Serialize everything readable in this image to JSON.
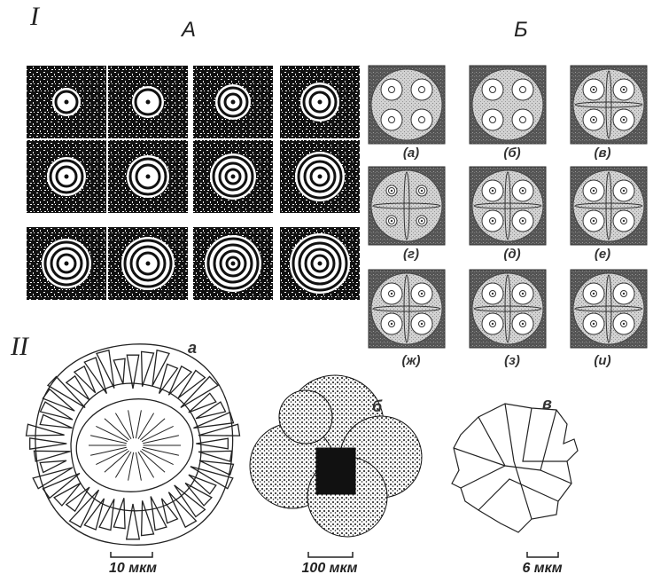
{
  "part1": {
    "roman": "I",
    "panel_a_title": "А",
    "panel_b_title": "Б",
    "panel_b_labels": [
      "(а)",
      "(б)",
      "(в)",
      "(г)",
      "(д)",
      "(е)",
      "(ж)",
      "(з)",
      "(и)"
    ]
  },
  "part2": {
    "roman": "II",
    "sublabels": [
      "а",
      "б",
      "в"
    ],
    "scales": [
      "10 мкм",
      "100 мкм",
      "6 мкм"
    ]
  },
  "colors": {
    "ink": "#111111",
    "fill": "#c8c8c8",
    "background": "#ffffff"
  }
}
